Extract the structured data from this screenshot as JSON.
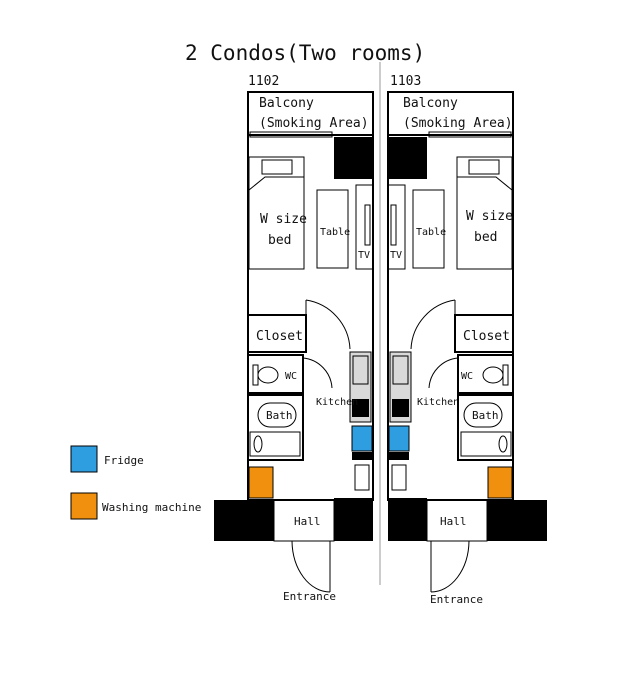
{
  "title": "2 Condos(Two rooms)",
  "units": [
    {
      "number": "1102",
      "balcony_label": "Balcony",
      "balcony_sub": "(Smoking Area)",
      "bed_line1": "W size",
      "bed_line2": "bed",
      "table_label": "Table",
      "tv_label": "TV",
      "closet_label": "Closet",
      "wc_label": "WC",
      "kitchen_label": "Kitchen",
      "bath_label": "Bath",
      "hall_label": "Hall",
      "entrance_label": "Entrance"
    },
    {
      "number": "1103",
      "balcony_label": "Balcony",
      "balcony_sub": "(Smoking Area)",
      "bed_line1": "W size",
      "bed_line2": "bed",
      "table_label": "Table",
      "tv_label": "TV",
      "closet_label": "Closet",
      "wc_label": "WC",
      "kitchen_label": "Kitchen",
      "bath_label": "Bath",
      "hall_label": "Hall",
      "entrance_label": "Entrance"
    }
  ],
  "legend": [
    {
      "label": "Fridge",
      "color": "#2f9ee0"
    },
    {
      "label": "Washing machine",
      "color": "#f0900e"
    }
  ],
  "colors": {
    "wall": "#000000",
    "fixture_gray": "#d9d9d9",
    "separator": "#999999"
  }
}
